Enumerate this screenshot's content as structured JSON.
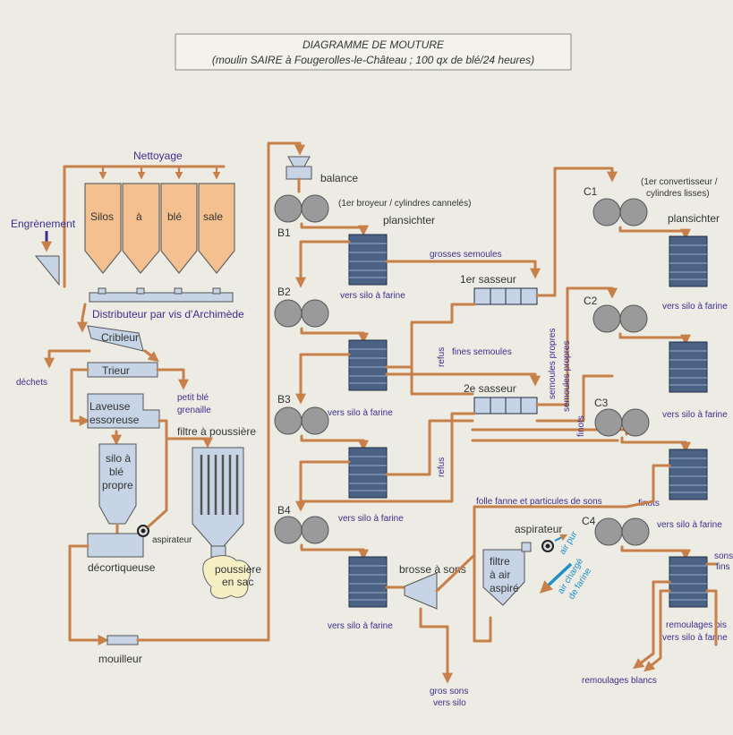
{
  "title": {
    "line1": "DIAGRAMME DE MOUTURE",
    "line2": "(moulin SAIRE à Fougerolles-le-Château ; 100 qx de blé/24 heures)"
  },
  "labels": {
    "nettoyage": "Nettoyage",
    "engrenement": "Engrènement",
    "silos": [
      "Silos",
      "à",
      "blé",
      "sale"
    ],
    "distributeur": "Distributeur par vis d'Archimède",
    "cribleur": "Cribleur",
    "dechets": "déchets",
    "trieur": "Trieur",
    "petit_ble": "petit blé",
    "grenaille": "grenaille",
    "laveuse": "Laveuse",
    "essoreuse": "essoreuse",
    "filtre_poussiere": "filtre à poussière",
    "silo_propre": [
      "silo à",
      "blé",
      "propre"
    ],
    "aspirateur": "aspirateur",
    "decortiqueuse": "décortiqueuse",
    "poussiere_sac": [
      "poussière",
      "en sac"
    ],
    "mouilleur": "mouilleur",
    "balance": "balance",
    "broyeur": "(1er broyeur / cylindres cannelés)",
    "plansichter": "plansichter",
    "b1": "B1",
    "b2": "B2",
    "b3": "B3",
    "b4": "B4",
    "vers_silo_farine": "vers silo à farine",
    "grosses_semoules": "grosses semoules",
    "sasseur1": "1er sasseur",
    "refus": "refus",
    "fines_semoules": "fines semoules",
    "sasseur2": "2e sasseur",
    "semoules_propres": "semoules propres",
    "finots": "finots",
    "folle_fanne": "folle fanne et particules de sons",
    "aspirateur2": "aspirateur",
    "air_pur": "air pur",
    "air_charge": [
      "air chargé",
      "de farine"
    ],
    "filtre_air": [
      "filtre",
      "à air",
      "aspiré"
    ],
    "brosse_sons": "brosse à sons",
    "gros_sons": [
      "gros sons",
      "vers silo"
    ],
    "c1": "C1",
    "c2": "C2",
    "c3": "C3",
    "c4": "C4",
    "convertisseur": [
      "(1er convertisseur /",
      "cylindres lisses)"
    ],
    "sons_fins": [
      "sons",
      "fins"
    ],
    "remoulages_bis": [
      "remoulages bis",
      "vers silo à farine"
    ],
    "remoulages_blancs": "remoulages blancs"
  }
}
